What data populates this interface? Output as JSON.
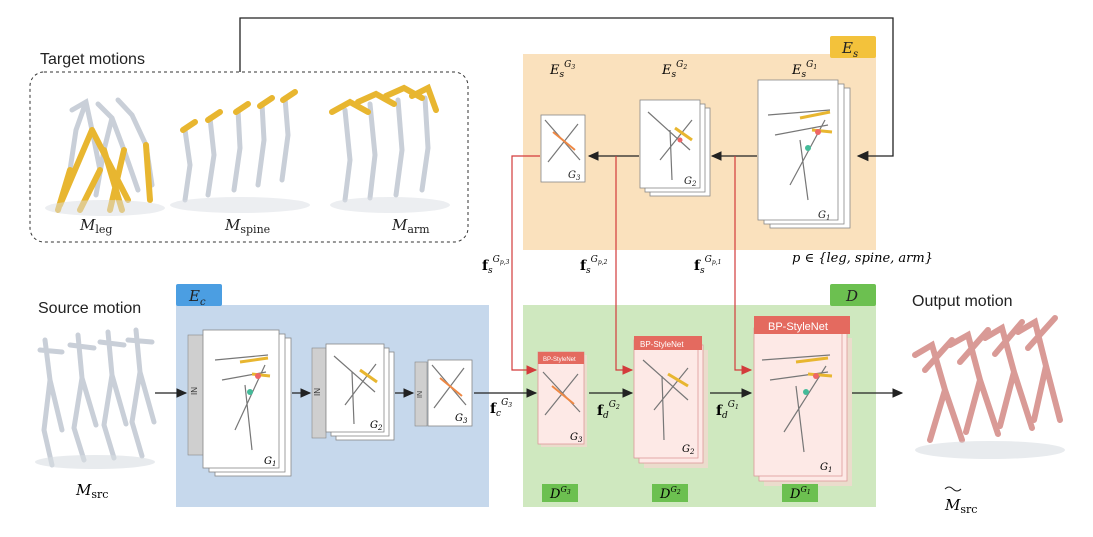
{
  "labels": {
    "target_motions": "Target motions",
    "source_motion": "Source motion",
    "output_motion": "Output motion",
    "m_leg": "leg",
    "m_spine": "spine",
    "m_arm": "arm",
    "m_src": "src",
    "m_src_out": "src",
    "p_set": "p ∈ {leg, spine, arm}",
    "in_label": "IN",
    "bp_stylenet": "BP-StyleNet"
  },
  "modules": {
    "style_encoder": "E",
    "style_encoder_sub": "s",
    "content_encoder": "E",
    "content_encoder_sub": "c",
    "decoder": "D"
  },
  "colors": {
    "style_panel": "#fae1bd",
    "content_panel": "#c6d8ec",
    "decoder_panel": "#cfe8bf",
    "style_badge": "#f3c23b",
    "content_badge": "#4b9ee2",
    "decoder_badge": "#6cc050",
    "stylenet_header": "#e46a5f",
    "arrow_red": "#d33b3b",
    "leg_gold": "#e8b630",
    "skeleton_grey": "#c9cfd8",
    "skeleton_pink": "#d99a96"
  }
}
